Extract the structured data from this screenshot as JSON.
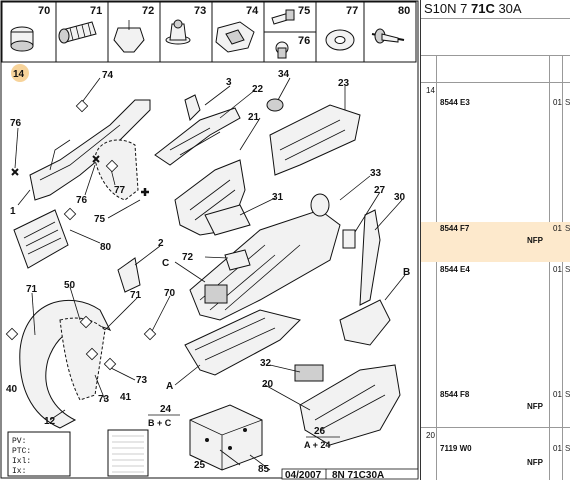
{
  "thumbnails": [
    "70",
    "71",
    "72",
    "73",
    "74",
    "75",
    "76",
    "77",
    "80"
  ],
  "callouts": {
    "c14": "14",
    "c74": "74",
    "c3": "3",
    "c22": "22",
    "c34": "34",
    "c23": "23",
    "c76": "76",
    "c21": "21",
    "c76b": "76",
    "c77": "77",
    "c33": "33",
    "c27": "27",
    "c30": "30",
    "c1": "1",
    "c75": "75",
    "c31": "31",
    "c80": "80",
    "c2": "2",
    "c72": "72",
    "cC": "C",
    "cB": "B",
    "c50": "50",
    "c71a": "71",
    "c71b": "71",
    "c70": "70",
    "c73a": "73",
    "c73b": "73",
    "c40": "40",
    "c41": "41",
    "c12": "12",
    "cA": "A",
    "c32": "32",
    "c20": "20",
    "c24": "24",
    "c26": "26",
    "c25": "25",
    "c85": "85"
  },
  "combos": {
    "bc": "B + C",
    "a24": "A + 24"
  },
  "legend": [
    "PV:",
    "PTC:",
    "Ixl:",
    "Ix:"
  ],
  "footer": {
    "date": "04/2007",
    "code": "8N 71C30A"
  },
  "panel": {
    "header": {
      "prefix": "S10N 7 ",
      "bold": "71C",
      "suffix": " 30A"
    },
    "rows": [
      {
        "group": "14",
        "ref": "8544 E3",
        "qty": "01",
        "nfp": "",
        "cut": "S",
        "highlight": false
      },
      {
        "group": "",
        "ref": "8544 F7",
        "qty": "01",
        "nfp": "NFP",
        "cut": "S",
        "highlight": true
      },
      {
        "group": "",
        "ref": "8544 E4",
        "qty": "01",
        "nfp": "",
        "cut": "S",
        "highlight": false
      },
      {
        "group": "",
        "ref": "8544 F8",
        "qty": "01",
        "nfp": "NFP",
        "cut": "S",
        "highlight": false
      },
      {
        "group": "20",
        "ref": "7119 W0",
        "qty": "01",
        "nfp": "NFP",
        "cut": "S",
        "highlight": false
      }
    ]
  },
  "colors": {
    "badge": "#f7d39a",
    "highlight": "#fde9cc"
  }
}
